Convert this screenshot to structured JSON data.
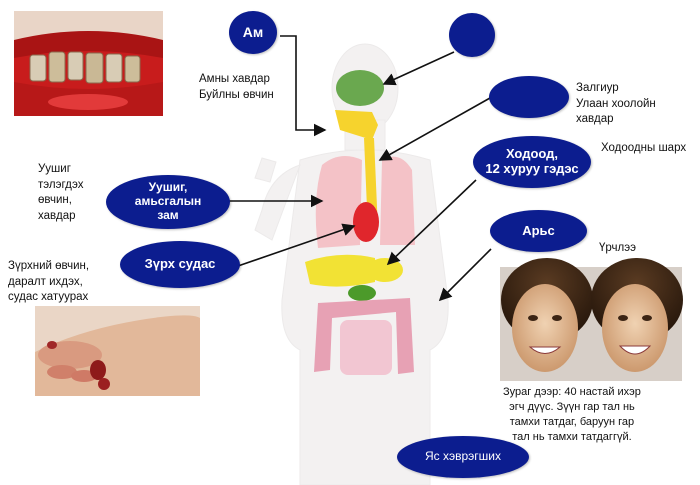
{
  "ovals": {
    "mouth": "Ам",
    "brain": "",
    "throat": "",
    "stomach": "Ходоод,\n12 хуруу гэдэс",
    "lungs": "Уушиг,\nамьсгалын\nзам",
    "heart": "Зүрх судас",
    "skin": "Арьс",
    "bones": "Яс хэврэгших"
  },
  "labels": {
    "mouth": "Амны хавдар\nБуйлны өвчин",
    "throat": "Залгиур\nУлаан хоолойн\nхавдар",
    "stomach": "Ходоодны шарх",
    "lungs": "Уушиг\nтэлэгдэх\nөвчин,\nхавдар",
    "heart": "Зүрхний өвчин,\nдаралт ихдэх,\nсудас хатуурах",
    "skin": "Үрчлээ",
    "photo_caption": "Зураг дээр: 40 настай ихэр\nэгч дүүс. Зүүн гар тал нь\nтамхи татдаг, баруун гар\nтал нь тамхи татдаггүй."
  },
  "colors": {
    "oval": "#0c1d8f",
    "brain": "#6aa84f",
    "trachea": "#f6d32d",
    "lungs": "#f4c2c7",
    "heart": "#e0262c",
    "stomach": "#f2e234",
    "intestine": "#e7a1b4"
  }
}
